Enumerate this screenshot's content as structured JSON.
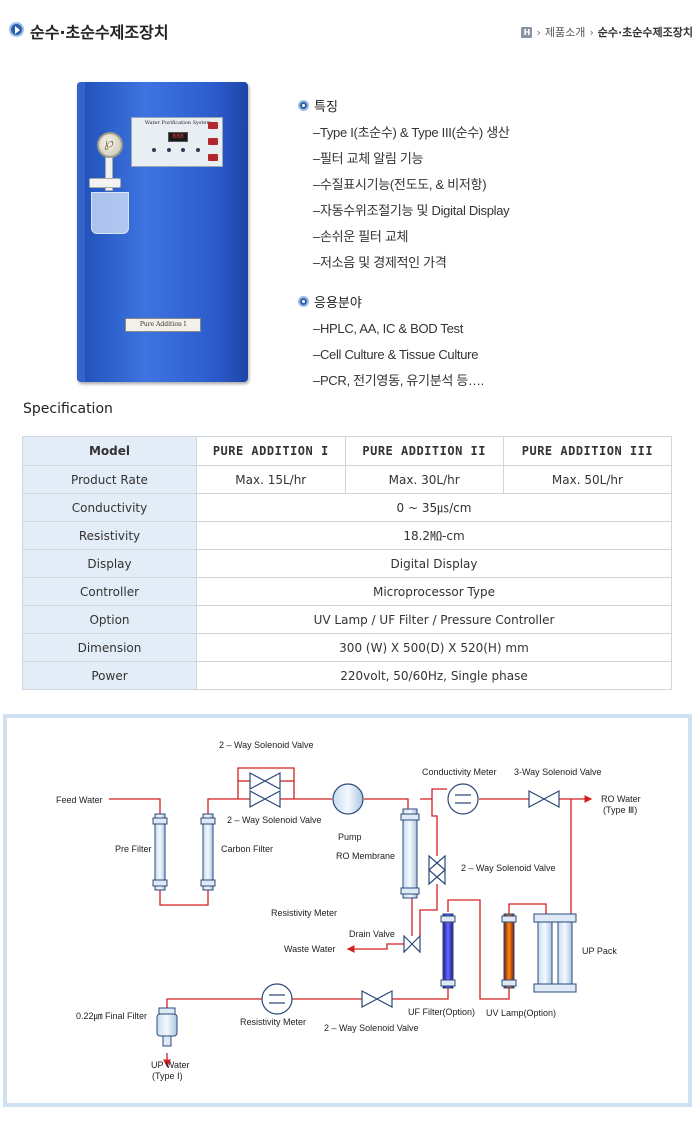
{
  "header": {
    "title": "순수·초순수제조장치",
    "breadcrumb": {
      "home": "H",
      "items": [
        "제품소개",
        "순수·초순수제조장치"
      ]
    }
  },
  "product_image": {
    "panel_title": "Water Purification System",
    "lcd": "888",
    "nameplate": "Pure Addition I"
  },
  "features": {
    "heading": "특징",
    "items": [
      "Type I(초순수) & Type III(순수) 생산",
      "필터 교체 알림 기능",
      "수질표시기능(전도도, & 비저항)",
      "자동수위조절기능 및 Digital Display",
      "손쉬운 필터 교체",
      "저소음 및 경제적인 가격"
    ]
  },
  "applications": {
    "heading": "응용분야",
    "items": [
      "HPLC, AA, IC & BOD Test",
      "Cell Culture & Tissue Culture",
      "PCR, 전기영동, 유기분석 등…."
    ]
  },
  "specification": {
    "title": "Specification",
    "header": [
      "Model",
      "PURE ADDITION I",
      "PURE ADDITION II",
      "PURE ADDITION III"
    ],
    "product_rate": {
      "label": "Product Rate",
      "values": [
        "Max. 15L/hr",
        "Max. 30L/hr",
        "Max. 50L/hr"
      ]
    },
    "rows": [
      {
        "label": "Conductivity",
        "value": "0 ~ 35㎲/cm"
      },
      {
        "label": "Resistivity",
        "value": "18.2㏁-cm"
      },
      {
        "label": "Display",
        "value": "Digital Display"
      },
      {
        "label": "Controller",
        "value": "Microprocessor Type"
      },
      {
        "label": "Option",
        "value": "UV Lamp / UF Filter / Pressure Controller"
      },
      {
        "label": "Dimension",
        "value": "300 (W) X 500(D) X 520(H) mm"
      },
      {
        "label": "Power",
        "value": "220volt, 50/60Hz, Single phase"
      }
    ]
  },
  "diagram": {
    "labels": {
      "solenoid_top": "2 – Way Solenoid  Valve",
      "solenoid_mid": "2 – Way Solenoid  Valve",
      "feed_water": "Feed  Water",
      "pre_filter": "Pre Filter",
      "carbon_filter": "Carbon  Filter",
      "pump": "Pump",
      "ro_membrane": "RO Membrane",
      "conductivity_meter": "Conductivity   Meter",
      "three_way": "3-Way Solenoid  Valve",
      "ro_water": "RO Water",
      "ro_water_type": "(Type  Ⅲ)",
      "solenoid_right": "2 – Way Solenoid  Valve",
      "resistivity_meter_top": "Resistivity  Meter",
      "drain_valve": "Drain Valve",
      "waste_water": "Waste Water",
      "up_pack": "UP Pack",
      "final_filter": "0.22㎛ Final  Filter",
      "resistivity_meter_bottom": "Resistivity  Meter",
      "solenoid_bottom": "2 – Way Solenoid  Valve",
      "uf_filter": "UF Filter(Option)",
      "uv_lamp": "UV Lamp(Option)",
      "up_water": "UP Water",
      "up_water_type": "(Type  Ⅰ)"
    }
  },
  "colors": {
    "accent": "#2c5ea8",
    "table_head_bg": "#e3edf7",
    "pipe": "#d42020",
    "cabinet": "#2c5ccc",
    "diagram_border": "#cfe0f0"
  }
}
